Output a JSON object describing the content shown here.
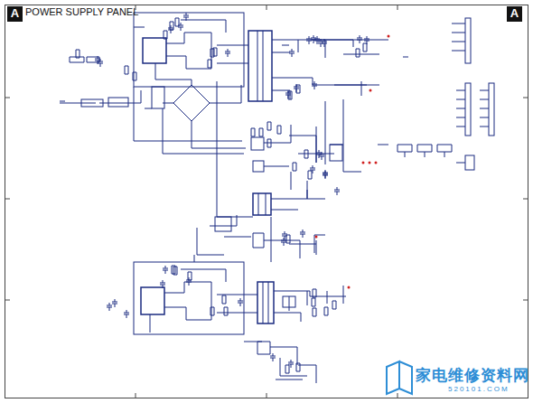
{
  "diagram": {
    "title": "POWER SUPPLY PANEL",
    "nodes": [
      {
        "text": [
          "A"
        ]
      },
      {
        "text": [
          "A"
        ]
      }
    ],
    "labels": [
      "家电维修资料网",
      "520101.COM"
    ]
  }
}
